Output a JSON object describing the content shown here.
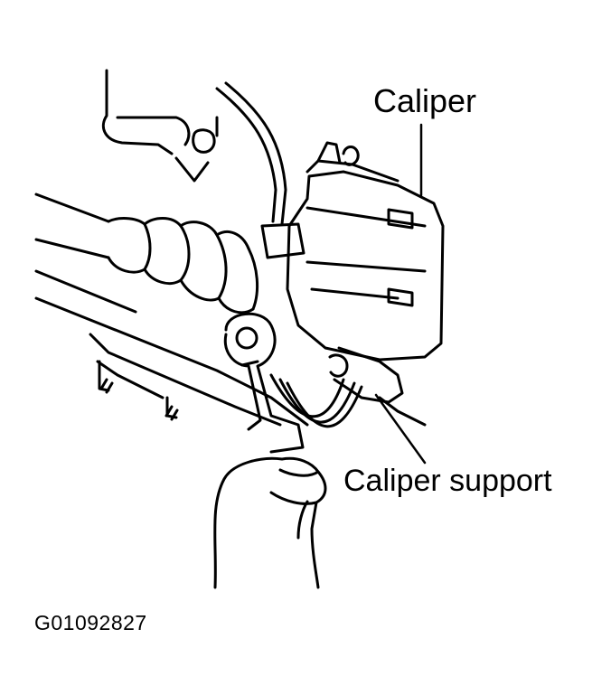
{
  "labels": {
    "caliper": "Caliper",
    "caliper_support": "Caliper support"
  },
  "figure_id": "G01092827",
  "colors": {
    "line": "#000000",
    "background": "#ffffff"
  }
}
